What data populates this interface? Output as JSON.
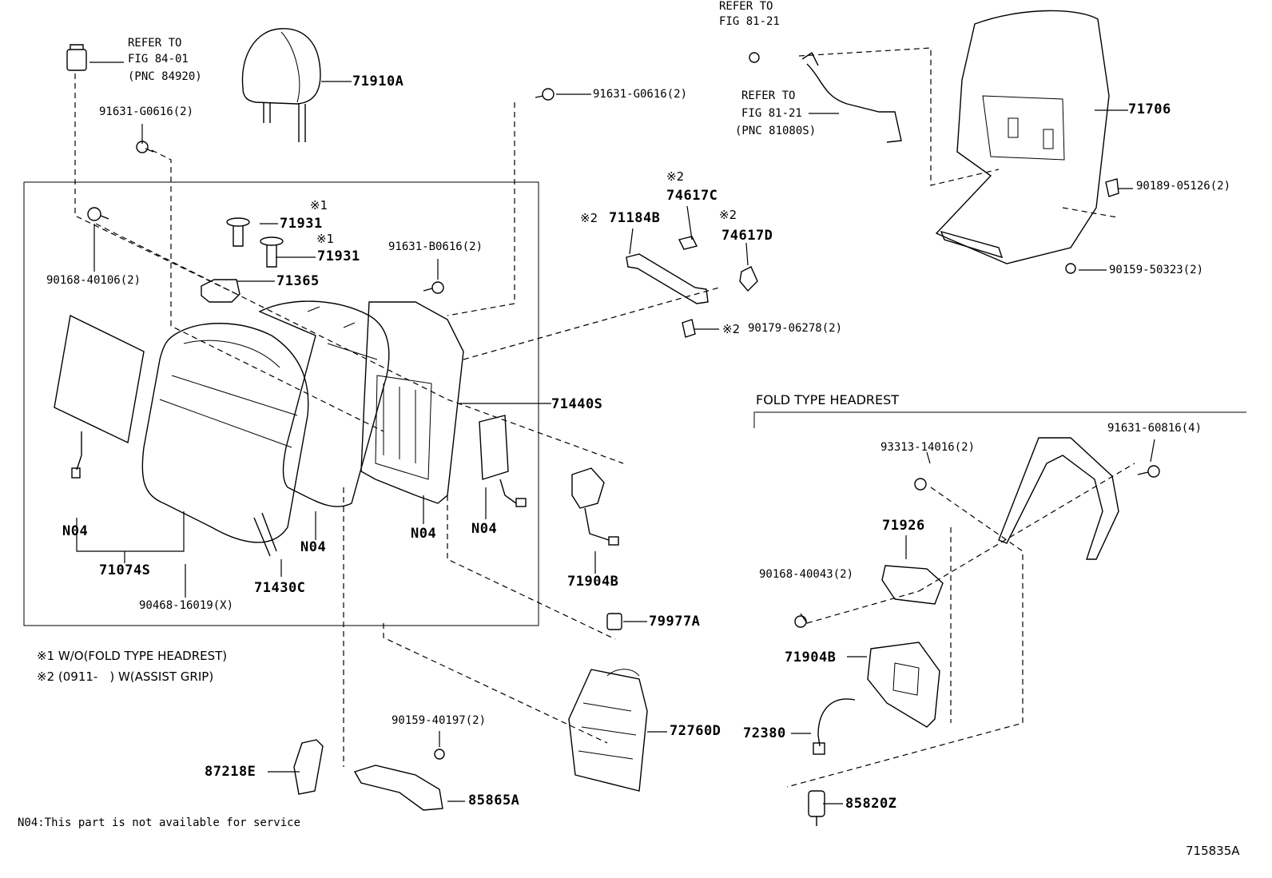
{
  "callouts": {
    "refer_84_01": [
      "REFER TO",
      "FIG 84-01",
      "(PNC 84920)"
    ],
    "refer_81_21_top": [
      "REFER TO",
      "FIG 81-21"
    ],
    "refer_81_21_mid": [
      "REFER TO",
      "FIG 81-21",
      "(PNC 81080S)"
    ],
    "p71910A": "71910A",
    "p91631_G0616_left": "91631-G0616(2)",
    "p91631_G0616_top": "91631-G0616(2)",
    "p71706": "71706",
    "p90189": "90189-05126(2)",
    "p90159_50323": "90159-50323(2)",
    "mark1_a": "※1",
    "p71931_a": "71931",
    "mark1_b": "※1",
    "p71931_b": "71931",
    "p90168_40106": "90168-40106(2)",
    "p71365": "71365",
    "p91631_B0616": "91631-B0616(2)",
    "mark2_c": "※2",
    "p74617C": "74617C",
    "mark2_b": "※2",
    "p71184B": "71184B",
    "mark2_d": "※2",
    "p74617D": "74617D",
    "mark2_e": "※2",
    "p90179": "90179-06278(2)",
    "p71440S": "71440S",
    "n04_a": "N04",
    "n04_b": "N04",
    "n04_c": "N04",
    "n04_d": "N04",
    "p71074S": "71074S",
    "p90468": "90468-16019(X)",
    "p71430C": "71430C",
    "p71904B_mid": "71904B",
    "p79977A": "79977A",
    "p72760D": "72760D",
    "note1": "※1 W/O(FOLD TYPE HEADREST)",
    "note2": "※2 (0911-　) W(ASSIST GRIP)",
    "p90159_40197": "90159-40197(2)",
    "p87218E": "87218E",
    "p85865A": "85865A",
    "footnote": "N04:This part is not available for service",
    "fold_title": "FOLD TYPE HEADREST",
    "p93313": "93313-14016(2)",
    "p91631_60816": "91631-60816(4)",
    "p71926": "71926",
    "p90168_40043": "90168-40043(2)",
    "p71904B_right": "71904B",
    "p72380": "72380",
    "p85820Z": "85820Z",
    "diagram_id": "715835A"
  }
}
